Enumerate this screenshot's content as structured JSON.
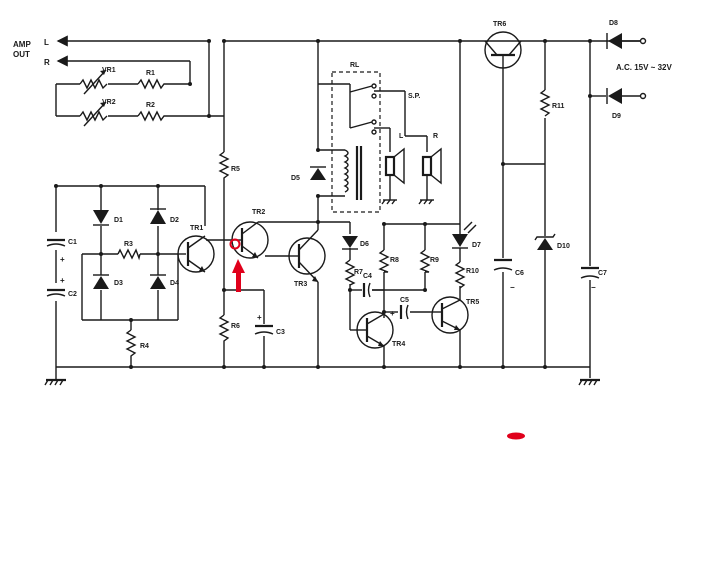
{
  "diagram": {
    "amp_out": {
      "line1": "AMP",
      "line2": "OUT"
    },
    "channels": {
      "left": "L",
      "right": "R"
    },
    "supply": "A.C. 15V ~ 32V",
    "relay": "RL",
    "speaker": {
      "label": "S.P.",
      "left": "L",
      "right": "R"
    },
    "components": {
      "vr1": "VR1",
      "vr2": "VR2",
      "r1": "R1",
      "r2": "R2",
      "r3": "R3",
      "r4": "R4",
      "r5": "R5",
      "r6": "R6",
      "r7": "R7",
      "r8": "R8",
      "r9": "R9",
      "r10": "R10",
      "r11": "R11",
      "c1": "C1",
      "c2": "C2",
      "c3": "C3",
      "c4": "C4",
      "c5": "C5",
      "c6": "C6",
      "c7": "C7",
      "d1": "D1",
      "d2": "D2",
      "d3": "D3",
      "d4": "D4",
      "d5": "D5",
      "d6": "D6",
      "d7": "D7",
      "d8": "D8",
      "d9": "D9",
      "d10": "D10",
      "tr1": "TR1",
      "tr2": "TR2",
      "tr3": "TR3",
      "tr4": "TR4",
      "tr5": "TR5",
      "tr6": "TR6"
    },
    "polarity": {
      "plus": "+",
      "minus": "−"
    },
    "annotation_color": "#e0001b"
  }
}
